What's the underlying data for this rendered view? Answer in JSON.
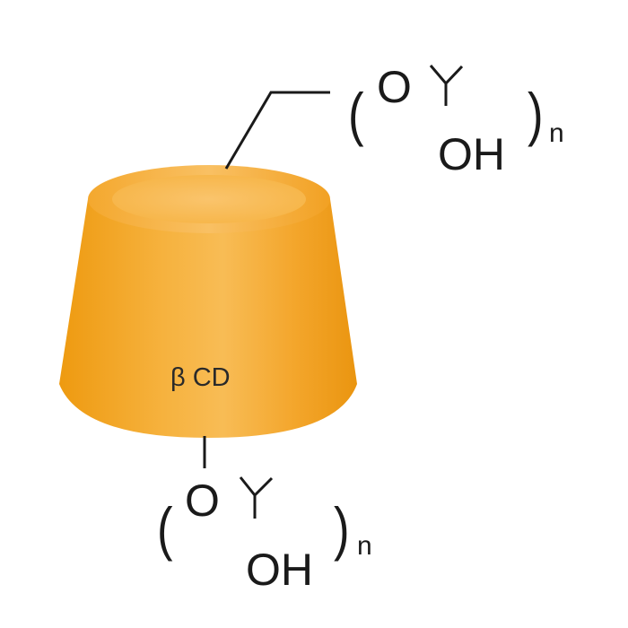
{
  "cyclodextrin": {
    "label": "β CD",
    "body_color": "#f5a623",
    "rim_color": "#f7b24a",
    "cavity_color": "#f9bd5f"
  },
  "top_chain": {
    "oxygen": "O",
    "hydroxyl": "OH",
    "subscript": "n"
  },
  "bottom_chain": {
    "oxygen": "O",
    "hydroxyl": "OH",
    "subscript": "n"
  },
  "ink_color": "#1a1a1a"
}
